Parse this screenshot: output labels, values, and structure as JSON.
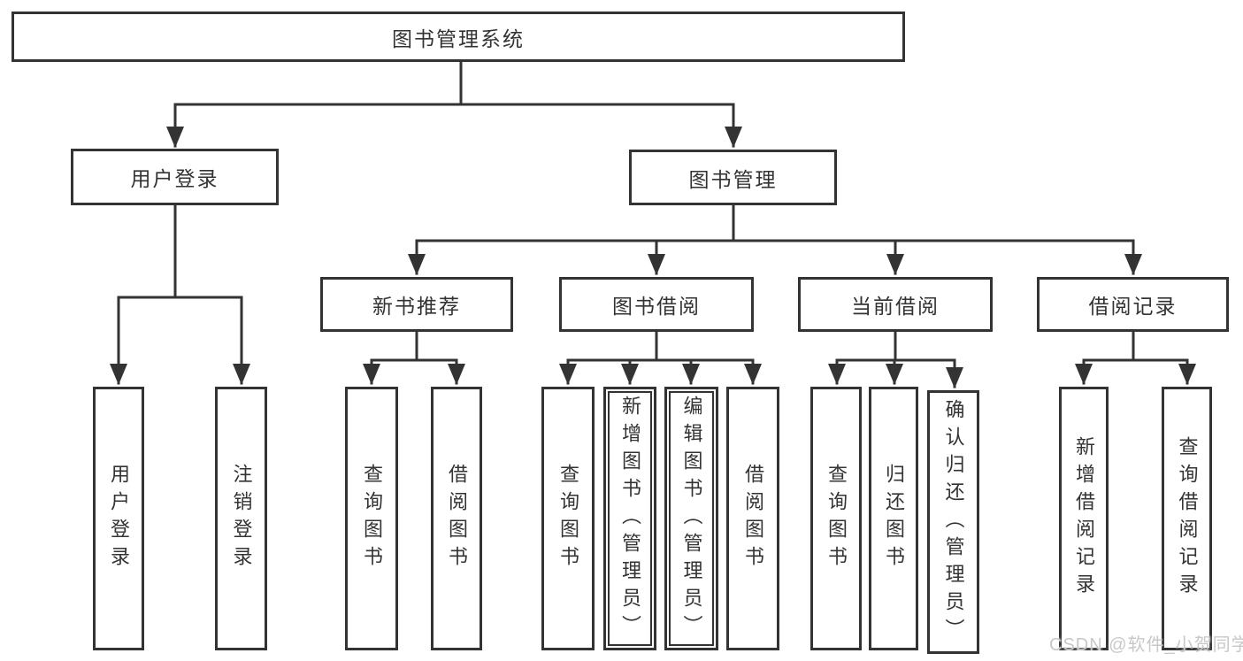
{
  "tree": {
    "label": "图书管理系统",
    "children": [
      {
        "label": "用户登录",
        "children": [
          {
            "label": "用户登录"
          },
          {
            "label": "注销登录"
          }
        ]
      },
      {
        "label": "图书管理",
        "children": [
          {
            "label": "新书推荐",
            "children": [
              {
                "label": "查询图书"
              },
              {
                "label": "借阅图书"
              }
            ]
          },
          {
            "label": "图书借阅",
            "children": [
              {
                "label": "查询图书"
              },
              {
                "label": "新增图书（管理员）",
                "double_border": true
              },
              {
                "label": "编辑图书（管理员）",
                "double_border": true
              },
              {
                "label": "借阅图书"
              }
            ]
          },
          {
            "label": "当前借阅",
            "children": [
              {
                "label": "查询图书"
              },
              {
                "label": "归还图书"
              },
              {
                "label": "确认归还（管理员）"
              }
            ]
          },
          {
            "label": "借阅记录",
            "children": [
              {
                "label": "新增借阅记录"
              },
              {
                "label": "查询借阅记录"
              }
            ]
          }
        ]
      }
    ]
  },
  "watermark": {
    "text": "CSDN @软件_小贺同学",
    "color": "#c8c8c8"
  },
  "colors": {
    "line": "#333333",
    "text": "#333333",
    "box_background": "#ffffff",
    "page_background": "#ffffff",
    "watermark": "#c8c8c8"
  }
}
